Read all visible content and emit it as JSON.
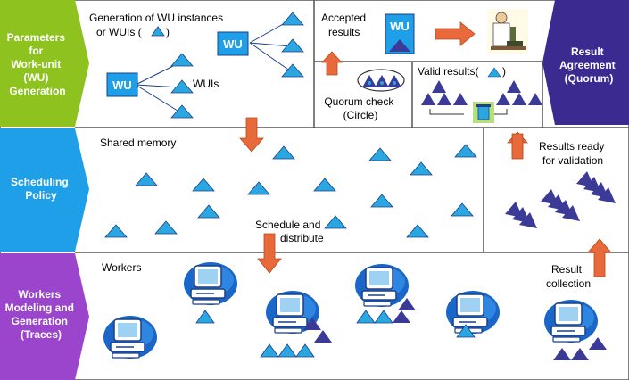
{
  "colors": {
    "green": "#8dc21f",
    "blue": "#1e9fe8",
    "purple": "#9a45cc",
    "navy": "#3b2a90",
    "tri_light": "#2aa7e0",
    "tri_dark": "#3b3a96",
    "arrow": "#e86a3a",
    "wu_box": "#1e9fe8"
  },
  "side_labels": {
    "wu_generation": [
      "Parameters",
      "for",
      "Work-unit",
      "(WU)",
      "Generation"
    ],
    "scheduling": [
      "Scheduling",
      "Policy"
    ],
    "workers": [
      "Workers",
      "Modeling and",
      "Generation",
      "(Traces)"
    ],
    "result_agreement": [
      "Result",
      "Agreement",
      "(Quorum)"
    ]
  },
  "labels": {
    "generation_title_1": "Generation of WU instances",
    "generation_title_2": "or WUIs (",
    "generation_title_3": ")",
    "wu_box_1": "WU",
    "wu_box_2": "WU",
    "wu_box_3": "WU",
    "wuis": "WUIs",
    "accepted_1": "Accepted",
    "accepted_2": "results",
    "quorum_check_1": "Quorum check",
    "quorum_check_2": "(Circle)",
    "valid_results": "Valid results(",
    "valid_results_end": ")",
    "shared_memory": "Shared memory",
    "schedule_1": "Schedule and",
    "schedule_2": "distribute",
    "results_ready_1": "Results ready",
    "results_ready_2": "for validation",
    "workers": "Workers",
    "result_collection_1": "Result",
    "result_collection_2": "collection"
  },
  "icons": {
    "worker": "computer-workstation-icon",
    "scientist": "scientist-microscope-icon",
    "trash": "trash-bin-icon"
  }
}
